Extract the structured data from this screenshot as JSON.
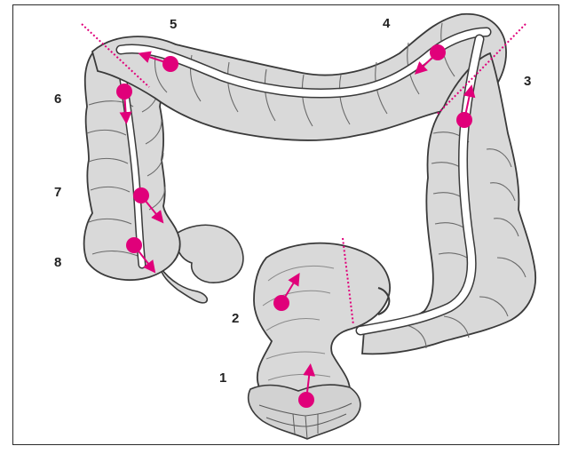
{
  "figure": {
    "labels": [
      {
        "id": "1",
        "text": "1"
      },
      {
        "id": "2",
        "text": "2"
      },
      {
        "id": "3",
        "text": "3"
      },
      {
        "id": "4",
        "text": "4"
      },
      {
        "id": "5",
        "text": "5"
      },
      {
        "id": "6",
        "text": "6"
      },
      {
        "id": "7",
        "text": "7"
      },
      {
        "id": "8",
        "text": "8"
      }
    ]
  },
  "colors": {
    "marker": "#e0007a",
    "tissue": "#d9d9d9",
    "outline": "#3a3a3a",
    "lumen": "#ffffff",
    "frame": "#2b2b2b"
  }
}
